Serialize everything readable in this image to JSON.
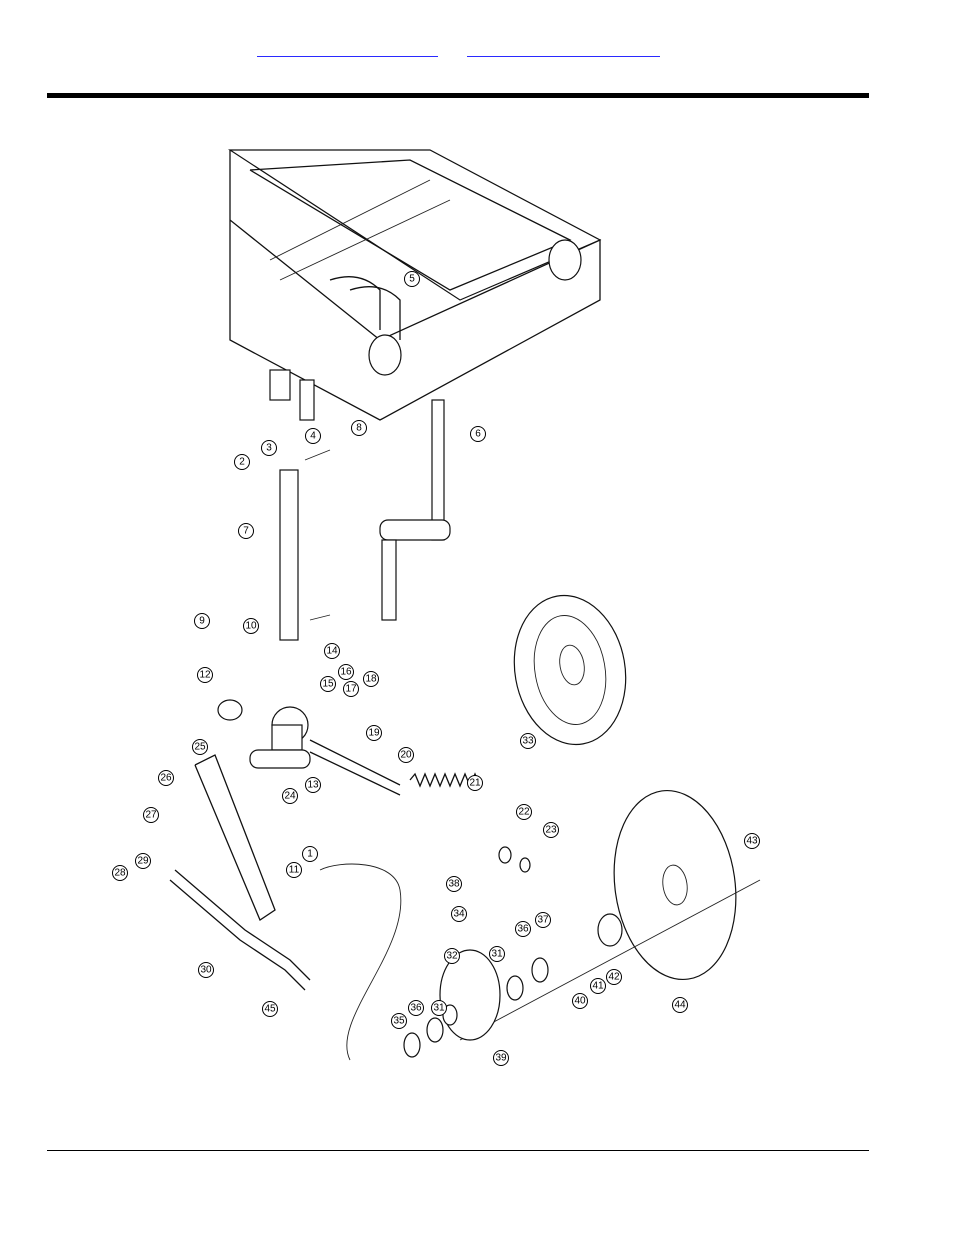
{
  "header": {
    "links": [
      "",
      ""
    ]
  },
  "diagram": {
    "callouts": [
      "1",
      "2",
      "3",
      "4",
      "5",
      "6",
      "7",
      "8",
      "9",
      "10",
      "11",
      "12",
      "13",
      "14",
      "15",
      "16",
      "17",
      "18",
      "19",
      "20",
      "21",
      "22",
      "23",
      "24",
      "25",
      "26",
      "27",
      "28",
      "29",
      "30",
      "31",
      "31",
      "32",
      "33",
      "34",
      "35",
      "36",
      "36",
      "37",
      "38",
      "39",
      "40",
      "41",
      "42",
      "43",
      "44",
      "45"
    ]
  }
}
